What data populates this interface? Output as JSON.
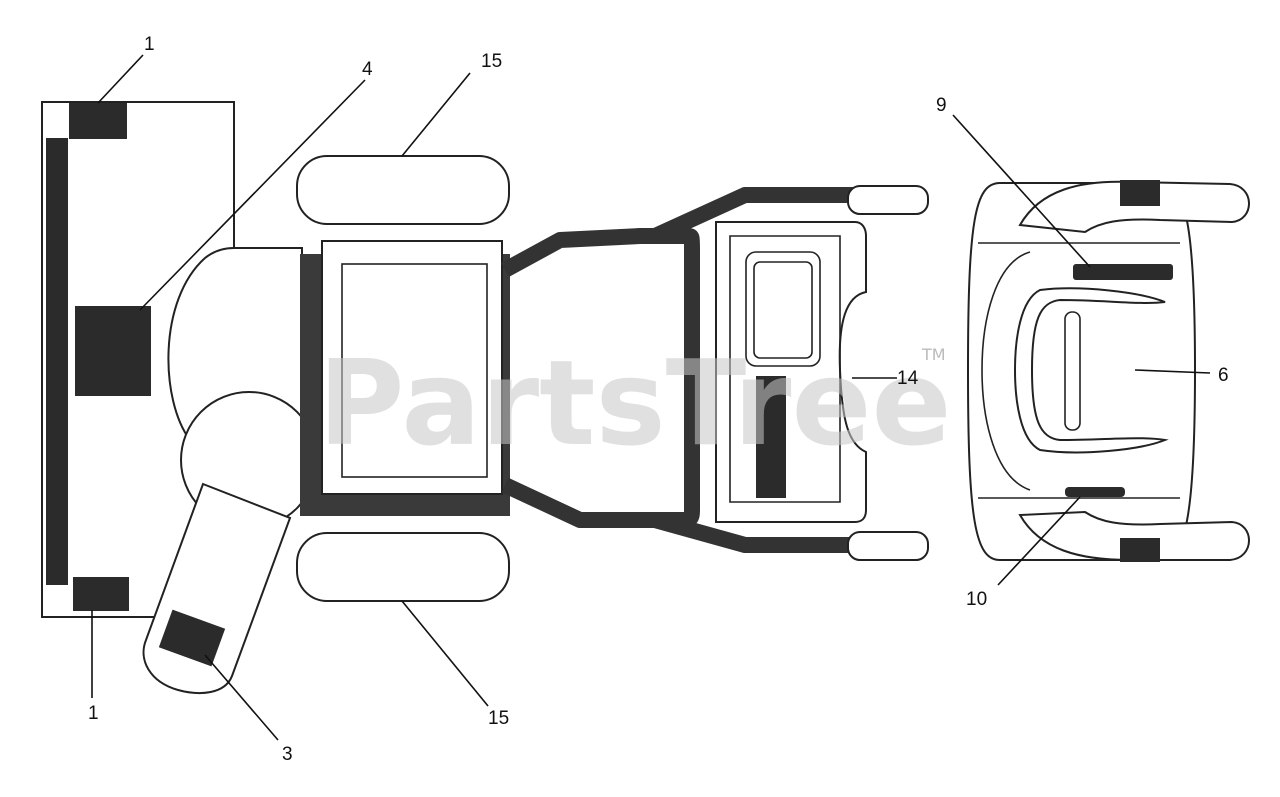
{
  "watermark": {
    "text": "PartsTree",
    "trademark": "TM"
  },
  "callouts": [
    {
      "id": "c1-top",
      "label": "1"
    },
    {
      "id": "c4",
      "label": "4"
    },
    {
      "id": "c15-top",
      "label": "15"
    },
    {
      "id": "c9",
      "label": "9"
    },
    {
      "id": "c14",
      "label": "14"
    },
    {
      "id": "c6",
      "label": "6"
    },
    {
      "id": "c10",
      "label": "10"
    },
    {
      "id": "c1-bottom",
      "label": "1"
    },
    {
      "id": "c3",
      "label": "3"
    },
    {
      "id": "c15-bottom",
      "label": "15"
    }
  ]
}
